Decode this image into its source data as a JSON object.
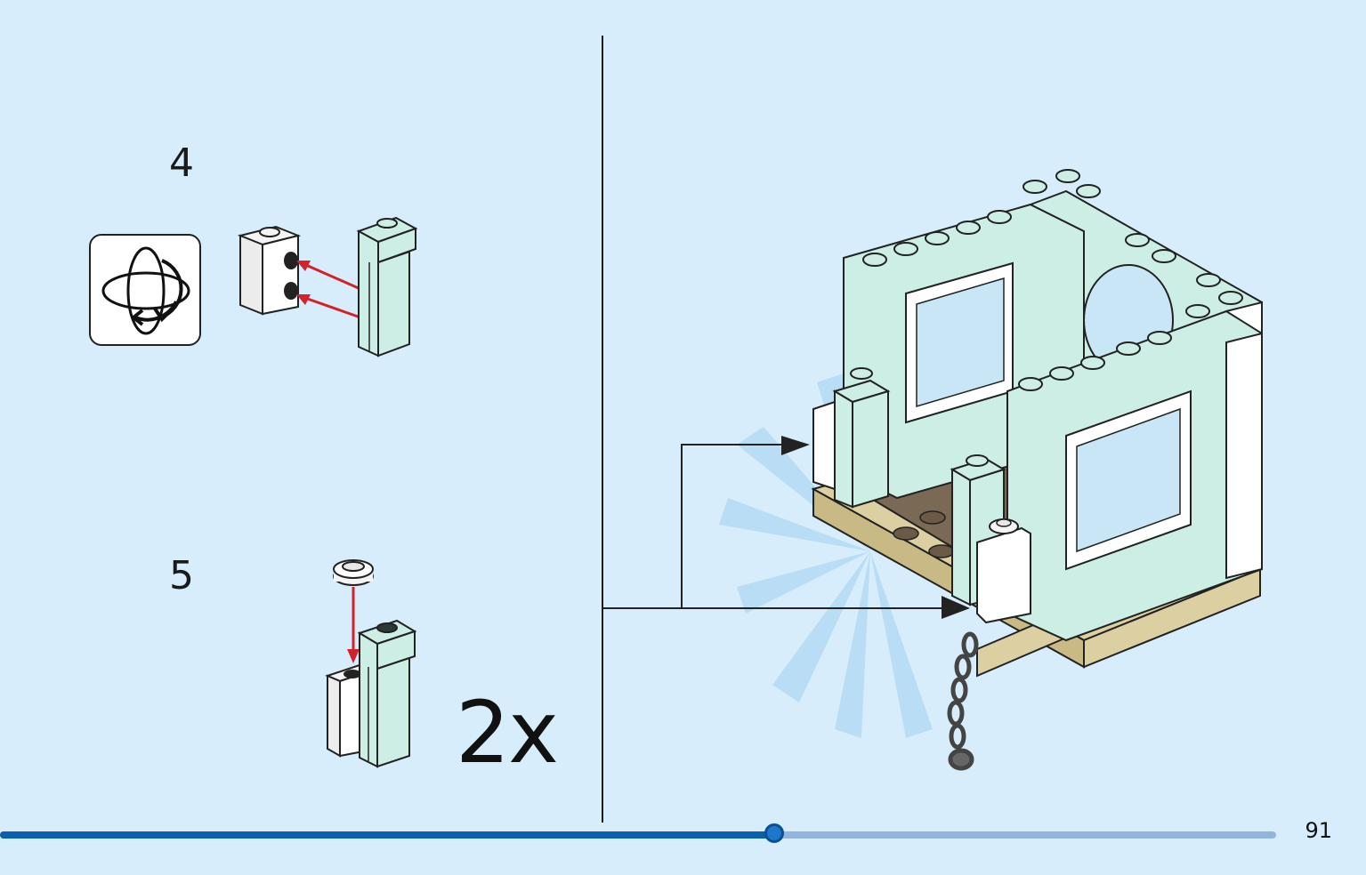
{
  "steps": [
    {
      "number": "4"
    },
    {
      "number": "5",
      "multiplier": "2x"
    }
  ],
  "page_number": "91",
  "progress": {
    "fraction": 0.607
  },
  "icons": {
    "rotate": "rotate-model-icon",
    "arrow": "red-arrow-icon"
  },
  "colors": {
    "background": "#d7edfb",
    "brick_mint": "#cdeee4",
    "brick_white": "#ffffff",
    "plate_tan": "#dccfa1",
    "plate_brown": "#7a6a55",
    "arrow_red": "#d3222a",
    "progress_fill": "#0b5fb0",
    "progress_track": "#93b5dc"
  }
}
